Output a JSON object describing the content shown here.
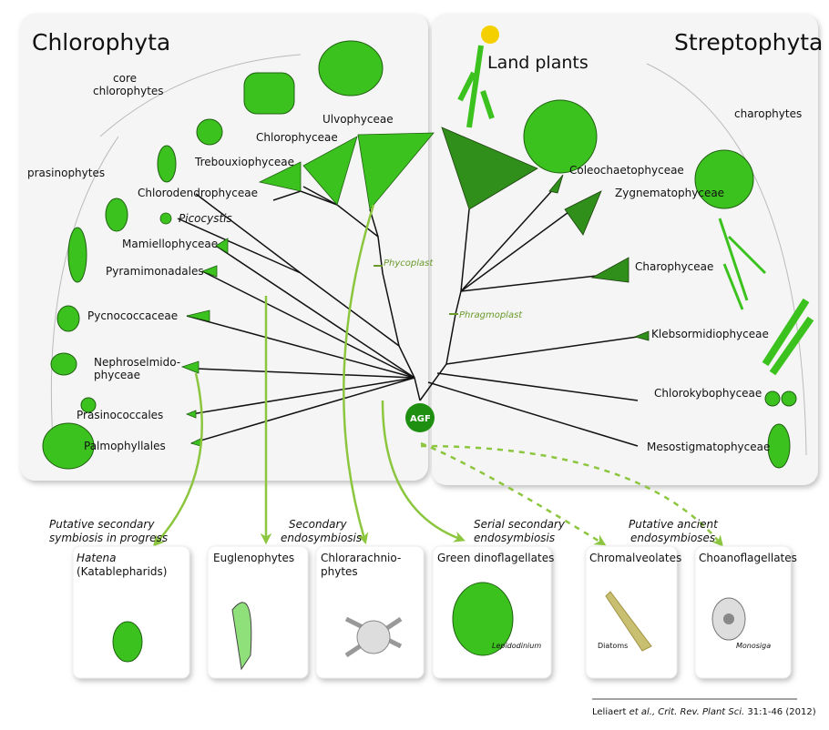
{
  "groups": {
    "left": "Chlorophyta",
    "right": "Streptophyta",
    "core": [
      "core",
      "chlorophytes"
    ],
    "prasino": "prasinophytes",
    "charo": "charophytes",
    "land": "Land plants"
  },
  "clades_left": [
    "Ulvophyceae",
    "Chlorophyceae",
    "Trebouxiophyceae",
    "Chlorodendrophyceae",
    "Picocystis",
    "Mamiellophyceae",
    "Pyramimonadales",
    "Pycnococcaceae",
    "Nephroselmido-",
    "phyceae",
    "Prasinococcales",
    "Palmophyllales"
  ],
  "clades_right": [
    "Coleochaetophyceae",
    "Zygnematophyceae",
    "Charophyceae",
    "Klebsormidiophyceae",
    "Chlorokybophyceae",
    "Mesostigmatophyceae"
  ],
  "markers": {
    "phyco": "Phycoplast",
    "phragmo": "Phragmoplast",
    "root": "AGF"
  },
  "events": {
    "e1": [
      "Putative secondary",
      "symbiosis in progress"
    ],
    "e2": [
      "Secondary",
      "endosymbiosis"
    ],
    "e3": [
      "Serial secondary",
      "endosymbiosis"
    ],
    "e4": [
      "Putative ancient",
      "endosymbioses"
    ]
  },
  "boxes": {
    "hatena": [
      "Hatena",
      "(Katablepharids)"
    ],
    "eugleno": "Euglenophytes",
    "chlorarach": [
      "Chlorarachnio-",
      "phytes"
    ],
    "dino": "Green dinoflagellates",
    "dino_sub": "Lepidodinium",
    "chromal": "Chromalveolates",
    "chromal_sub": "Diatoms",
    "choano": "Choanoflagellates",
    "choano_sub": "Monosiga"
  },
  "citation": {
    "a": "Leliaert ",
    "b": "et al., Crit. Rev. Plant Sci.",
    "c": " 31:1-46 (2012)"
  },
  "colors": {
    "green": "#3cc21e",
    "dark": "#2f8f1a",
    "arrow": "#8cc63f"
  }
}
